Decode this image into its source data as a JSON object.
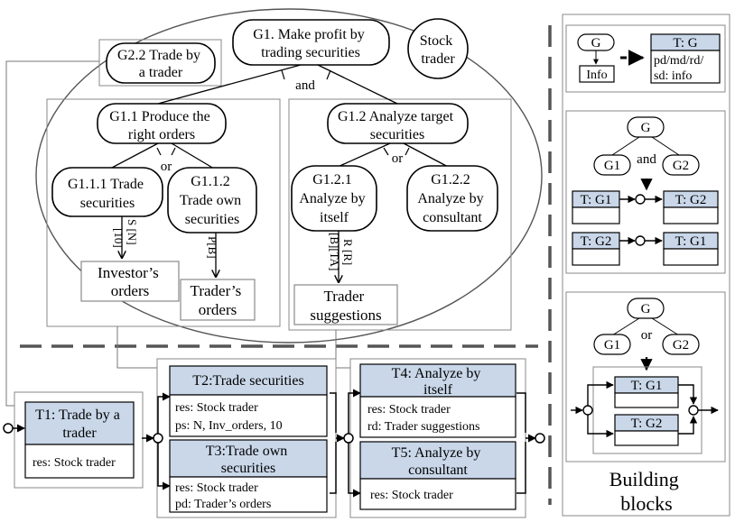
{
  "colors": {
    "task_header": "#c9d7e9",
    "line": "#000000",
    "frame": "#7f7f7f"
  },
  "goals": {
    "g1": [
      "G1. Make profit by",
      "trading securities"
    ],
    "g2_2": [
      "G2.2 Trade by",
      "a trader"
    ],
    "actor": [
      "Stock",
      "trader"
    ],
    "and_label": "and",
    "g1_1": [
      "G1.1 Produce the",
      "right orders"
    ],
    "g1_2": [
      "G1.2 Analyze target",
      "securities"
    ],
    "or_label": "or",
    "g1_1_1": [
      "G1.1.1 Trade",
      "securities"
    ],
    "g1_1_2": [
      "G1.1.2",
      "Trade own",
      "securities"
    ],
    "g1_2_1": [
      "G1.2.1",
      "Analyze by",
      "itself"
    ],
    "g1_2_2": [
      "G1.2.2",
      "Analyze by",
      "consultant"
    ],
    "edge_s_n_10": [
      "S [N]",
      "[10]"
    ],
    "edge_p_b": "P[B]",
    "edge_r_r_b_ta": [
      "R [R]",
      "[B][TA]"
    ]
  },
  "resources": {
    "investors_orders": [
      "Investor’s",
      "orders"
    ],
    "traders_orders": [
      "Trader’s",
      "orders"
    ],
    "trader_suggestions": [
      "Trader",
      "suggestions"
    ]
  },
  "tasks": {
    "t1": {
      "title": [
        "T1: Trade by a",
        "trader"
      ],
      "body": [
        "res: Stock trader"
      ]
    },
    "t2": {
      "title": [
        "T2:Trade securities"
      ],
      "body": [
        "res: Stock trader",
        "ps: N, Inv_orders, 10"
      ]
    },
    "t3": {
      "title": [
        "T3:Trade own",
        "securities"
      ],
      "body": [
        "res: Stock trader",
        "pd: Trader’s    orders"
      ]
    },
    "t4": {
      "title": [
        "T4:  Analyze by",
        "itself"
      ],
      "body": [
        "res: Stock trader",
        "rd: Trader suggestions"
      ]
    },
    "t5": {
      "title": [
        "T5: Analyze by",
        "consultant"
      ],
      "body": [
        "res: Stock trader"
      ]
    }
  },
  "building_blocks": {
    "block1": {
      "goal": "G",
      "info": "Info",
      "task_title": "T: G",
      "task_body": [
        "pd/md/rd/",
        "sd:  info"
      ]
    },
    "block2": {
      "goal": "G",
      "g1": "G1",
      "g2": "G2",
      "and_label": "and",
      "row1": [
        "T: G1",
        "T: G2"
      ],
      "row2": [
        "T: G2",
        "T: G1"
      ]
    },
    "block3": {
      "goal": "G",
      "g1": "G1",
      "g2": "G2",
      "or_label": "or",
      "task1": "T: G1",
      "task2": "T: G2"
    },
    "caption": [
      "Building",
      "blocks"
    ]
  }
}
